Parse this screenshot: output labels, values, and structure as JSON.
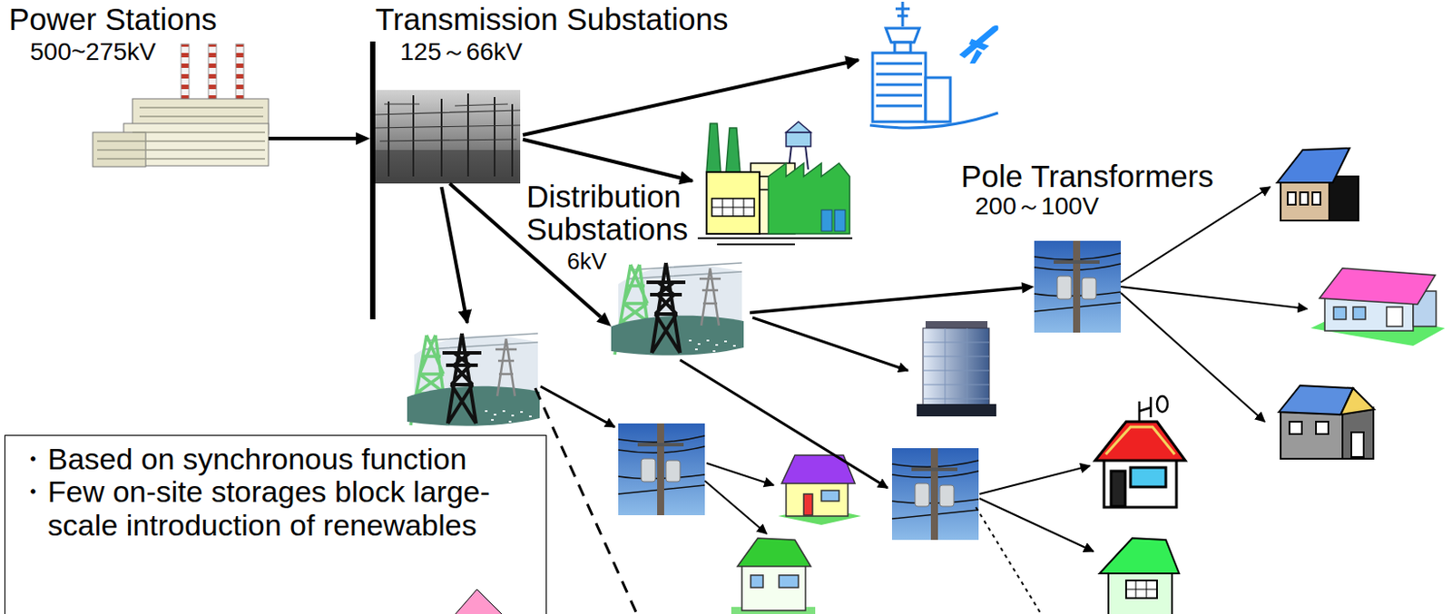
{
  "diagram": {
    "nodes": [
      {
        "text": [
          "Power Stations",
          "500~275kV"
        ]
      },
      {
        "text": [
          "Transmission Substations",
          "125～66kV"
        ]
      },
      {
        "text": [
          "Distribution Substations",
          "6kV"
        ]
      },
      {
        "text": [
          "Pole Transformers",
          "200～100V"
        ]
      },
      {
        "text": [
          "・Based on synchronous function",
          "・Few on-site storages block large-scale introduction of renewables"
        ]
      }
    ],
    "edges": [
      {
        "from": 0,
        "to": 1,
        "arrow": "to"
      },
      {
        "from": 1,
        "to": 2,
        "arrow": "to"
      },
      {
        "from": 2,
        "to": 3,
        "arrow": "to"
      }
    ]
  }
}
